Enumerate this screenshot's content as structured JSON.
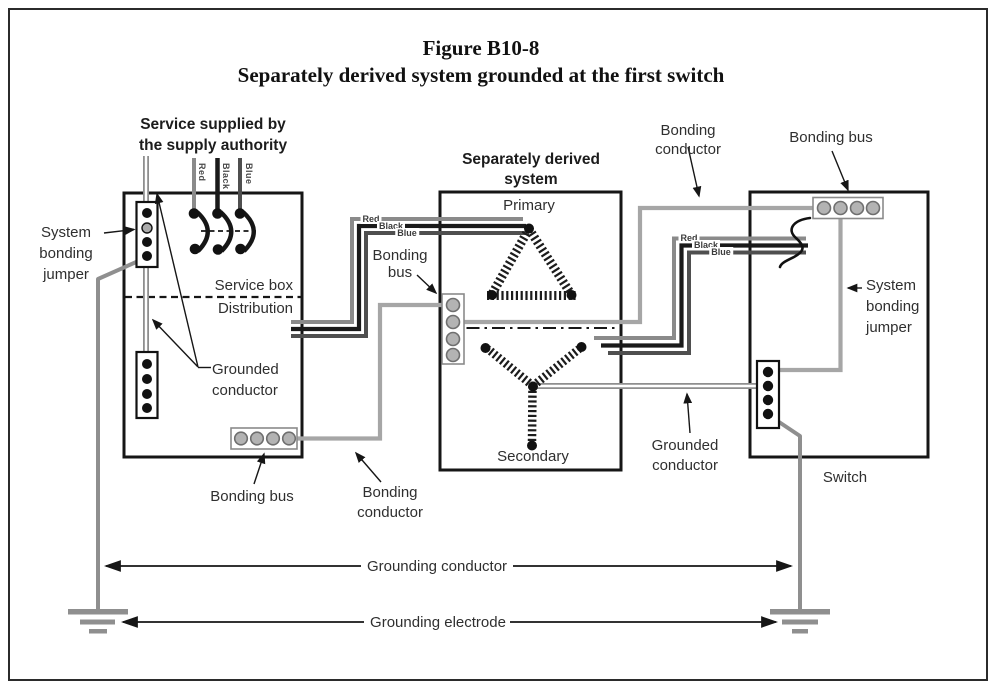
{
  "figure": {
    "title_line1": "Figure B10-8",
    "title_line2": "Separately derived system grounded at the first switch"
  },
  "wire_labels": {
    "red": "Red",
    "black": "Black",
    "blue": "Blue"
  },
  "labels": {
    "service_supply": "Service supplied by\nthe supply authority",
    "sds_title": "Separately derived\nsystem",
    "primary": "Primary",
    "secondary": "Secondary",
    "service_box": "Service box",
    "distribution": "Distribution",
    "system_bonding_jumper_left": "System\nbonding\njumper",
    "grounded_conductor_left": "Grounded\nconductor",
    "bonding_bus_service": "Bonding bus",
    "bonding_conductor_service": "Bonding\nconductor",
    "bonding_bus_sds": "Bonding\nbus",
    "bonding_conductor_switch": "Bonding\nconductor",
    "bonding_bus_switch": "Bonding bus",
    "system_bonding_jumper_right": "System\nbonding\njumper",
    "grounded_conductor_right": "Grounded\nconductor",
    "switch": "Switch",
    "grounding_conductor": "Grounding conductor",
    "grounding_electrode": "Grounding electrode"
  },
  "colors": {
    "diagram_black": "#161616",
    "wire_red_shade": "#8a8a8a",
    "wire_black_shade": "#1a1a1a",
    "wire_blue_shade": "#4f4f4f",
    "bonding_conductor_gray": "#a6a6a6",
    "grounded_conductor_gray": "#8f8f8f",
    "bus_terminal_fill": "#b3b3b3"
  }
}
